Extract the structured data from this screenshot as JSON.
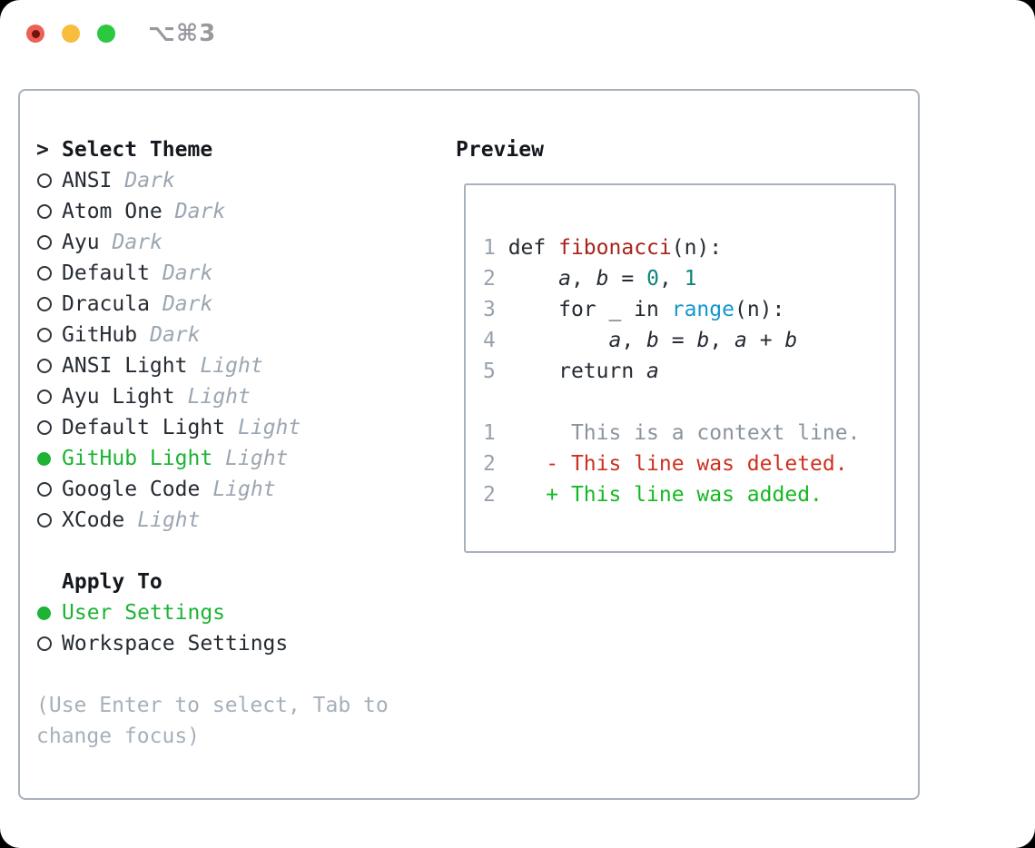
{
  "window": {
    "title": "⌥⌘3"
  },
  "traffic_lights": [
    {
      "name": "close-button",
      "color": "#ee6055"
    },
    {
      "name": "minimize-button",
      "color": "#f9bd3e"
    },
    {
      "name": "zoom-button",
      "color": "#2bc840"
    }
  ],
  "colors": {
    "panel_border": "#a9b1bb",
    "text_primary": "#262b33",
    "text_variant_label": "#9ca6b1",
    "text_hint": "#a6b0ba",
    "accent_selected_green": "#1db335",
    "code_line_number": "#98a2ae",
    "code_function_red": "#a8231c",
    "code_literal_teal": "#0d857b",
    "code_call_blue": "#1596cf",
    "diff_context_gray": "#8b949e",
    "diff_deleted_red": "#cd301f",
    "diff_added_green": "#16b822"
  },
  "left": {
    "header": {
      "marker": ">",
      "label": "Select Theme"
    },
    "themes": [
      {
        "name": "ANSI",
        "variant": "Dark",
        "selected": false
      },
      {
        "name": "Atom One",
        "variant": "Dark",
        "selected": false
      },
      {
        "name": "Ayu",
        "variant": "Dark",
        "selected": false
      },
      {
        "name": "Default",
        "variant": "Dark",
        "selected": false
      },
      {
        "name": "Dracula",
        "variant": "Dark",
        "selected": false
      },
      {
        "name": "GitHub",
        "variant": "Dark",
        "selected": false
      },
      {
        "name": "ANSI Light",
        "variant": "Light",
        "selected": false
      },
      {
        "name": "Ayu Light",
        "variant": "Light",
        "selected": false
      },
      {
        "name": "Default Light",
        "variant": "Light",
        "selected": false
      },
      {
        "name": "GitHub Light",
        "variant": "Light",
        "selected": true
      },
      {
        "name": "Google Code",
        "variant": "Light",
        "selected": false
      },
      {
        "name": "XCode",
        "variant": "Light",
        "selected": false
      }
    ],
    "apply_to": {
      "label": "Apply To",
      "options": [
        {
          "name": "User Settings",
          "selected": true
        },
        {
          "name": "Workspace Settings",
          "selected": false
        }
      ]
    },
    "hint_lines": [
      "(Use Enter to select, Tab to",
      "change focus)"
    ]
  },
  "preview": {
    "title": "Preview",
    "code_lines": [
      {
        "num": "1",
        "tokens": [
          [
            "plain",
            " def "
          ],
          [
            "func",
            "fibonacci"
          ],
          [
            "plain",
            "(n):"
          ]
        ]
      },
      {
        "num": "2",
        "tokens": [
          [
            "plain",
            "     "
          ],
          [
            "var",
            "a"
          ],
          [
            "plain",
            ", "
          ],
          [
            "var",
            "b"
          ],
          [
            "plain",
            " = "
          ],
          [
            "lit",
            "0"
          ],
          [
            "plain",
            ", "
          ],
          [
            "lit",
            "1"
          ]
        ]
      },
      {
        "num": "3",
        "tokens": [
          [
            "plain",
            "     for _ in "
          ],
          [
            "call",
            "range"
          ],
          [
            "plain",
            "(n):"
          ]
        ]
      },
      {
        "num": "4",
        "tokens": [
          [
            "plain",
            "         "
          ],
          [
            "var",
            "a"
          ],
          [
            "plain",
            ", "
          ],
          [
            "var",
            "b"
          ],
          [
            "plain",
            " = "
          ],
          [
            "var",
            "b"
          ],
          [
            "plain",
            ", "
          ],
          [
            "var",
            "a"
          ],
          [
            "plain",
            " + "
          ],
          [
            "var",
            "b"
          ]
        ]
      },
      {
        "num": "5",
        "tokens": [
          [
            "plain",
            "     return "
          ],
          [
            "var",
            "a"
          ]
        ]
      },
      {
        "num": "",
        "tokens": []
      },
      {
        "num": "1",
        "tokens": [
          [
            "plain",
            "      "
          ],
          [
            "ctx",
            "This is a context line."
          ]
        ]
      },
      {
        "num": "2",
        "tokens": [
          [
            "plain",
            "    "
          ],
          [
            "del",
            "- This line was deleted."
          ]
        ]
      },
      {
        "num": "2",
        "tokens": [
          [
            "plain",
            "    "
          ],
          [
            "add",
            "+ This line was added."
          ]
        ]
      }
    ]
  }
}
